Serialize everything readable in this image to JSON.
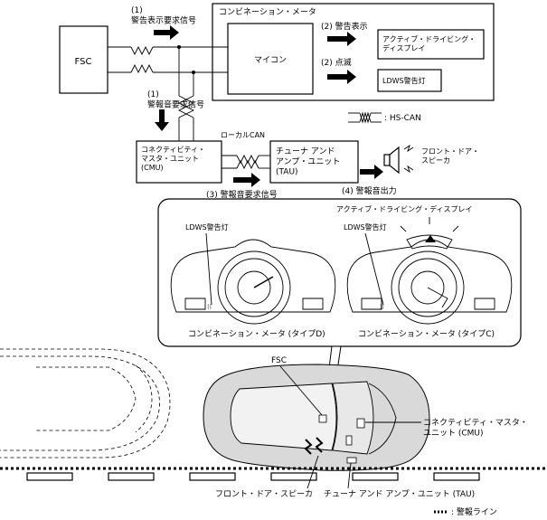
{
  "blocks": {
    "fsc": "FSC",
    "combination_meter": "コンビネーション・メータ",
    "microcomputer": "マイコン",
    "active_driving_display": "アクティブ・ドライビング・\nディスプレイ",
    "ldws_lamp_box": "LDWS警告灯",
    "cmu": "コネクティビティ・\nマスタ・ユニット\n(CMU)",
    "tau": "チューナ アンド\nアンプ・ユニット\n(TAU)",
    "front_door_speaker": "フロント・ドア・\nスピーカ"
  },
  "signals": {
    "s1_display_request": "(1)\n警告表示要求信号",
    "s1_sound_request": "(1)\n警報音要求信号",
    "s2_display": "(2) 警告表示",
    "s2_blink": "(2) 点滅",
    "s3_sound_request": "(3) 警報音要求信号",
    "s4_sound_output": "(4) 警報音出力",
    "local_can": "ローカルCAN"
  },
  "legend": {
    "hs_can": ": HS-CAN",
    "warning_line": ": 警報ライン"
  },
  "meter_detail": {
    "active_driving_display_label": "アクティブ・ドライビング・ディスプレイ",
    "ldws_lamp_left": "LDWS警告灯",
    "ldws_lamp_right": "LDWS警告灯",
    "meter_type_d": "コンビネーション・メータ (タイプD)",
    "meter_type_c": "コンビネーション・メータ (タイプC)"
  },
  "vehicle_callouts": {
    "fsc": "FSC",
    "cmu": "コネクティビティ・マスタ・\nユニット (CMU)",
    "front_door_speaker": "フロント・ドア・スピーカ",
    "tau": "チューナ アンド アンプ・ユニット (TAU)"
  }
}
